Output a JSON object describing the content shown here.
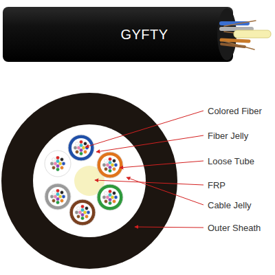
{
  "diagram": {
    "labels": [
      "GYFTY",
      "Colored Fiber",
      "Fiber Jelly",
      "Loose Tube",
      "FRP",
      "Cable Jelly",
      "Outer Sheath"
    ]
  }
}
